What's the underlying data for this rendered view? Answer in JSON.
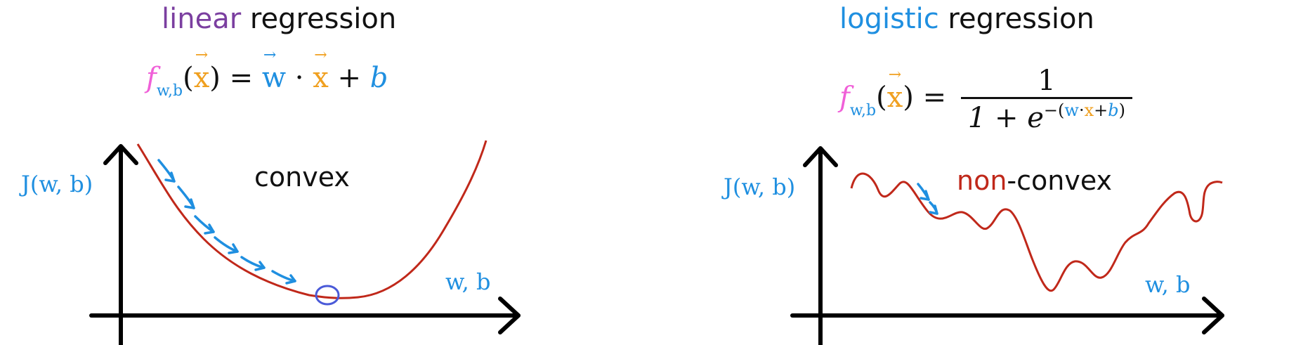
{
  "left": {
    "title_word": "linear",
    "title_rest": " regression",
    "formula": {
      "f": "f",
      "sub": "w,b",
      "open": "(",
      "x": "x",
      "close": ")",
      "eq": " = ",
      "w": "w",
      "dot": " · ",
      "x2": "x",
      "plus": " + ",
      "b": "b"
    },
    "ylabel": "J(w, b)",
    "xlabel": "w, b",
    "curve_label": "convex"
  },
  "right": {
    "title_word": "logistic",
    "title_rest": " regression",
    "formula": {
      "f": "f",
      "sub": "w,b",
      "open": "(",
      "x": "x",
      "close": ")",
      "eq": " = ",
      "numerator": "1",
      "den_prefix": "1 + e",
      "exp_open": "−(",
      "exp_w": "w",
      "exp_dot": "·",
      "exp_x": "x",
      "exp_plus": "+",
      "exp_b": "b",
      "exp_close": ")"
    },
    "ylabel": "J(w, b)",
    "xlabel": "w, b",
    "curve_label_red": "non",
    "curve_label_rest": "-convex"
  },
  "colors": {
    "curve": "#c0281a",
    "arrows": "#1f8fe0",
    "minimum_marker": "#4a5ad8",
    "axes": "#000000"
  }
}
